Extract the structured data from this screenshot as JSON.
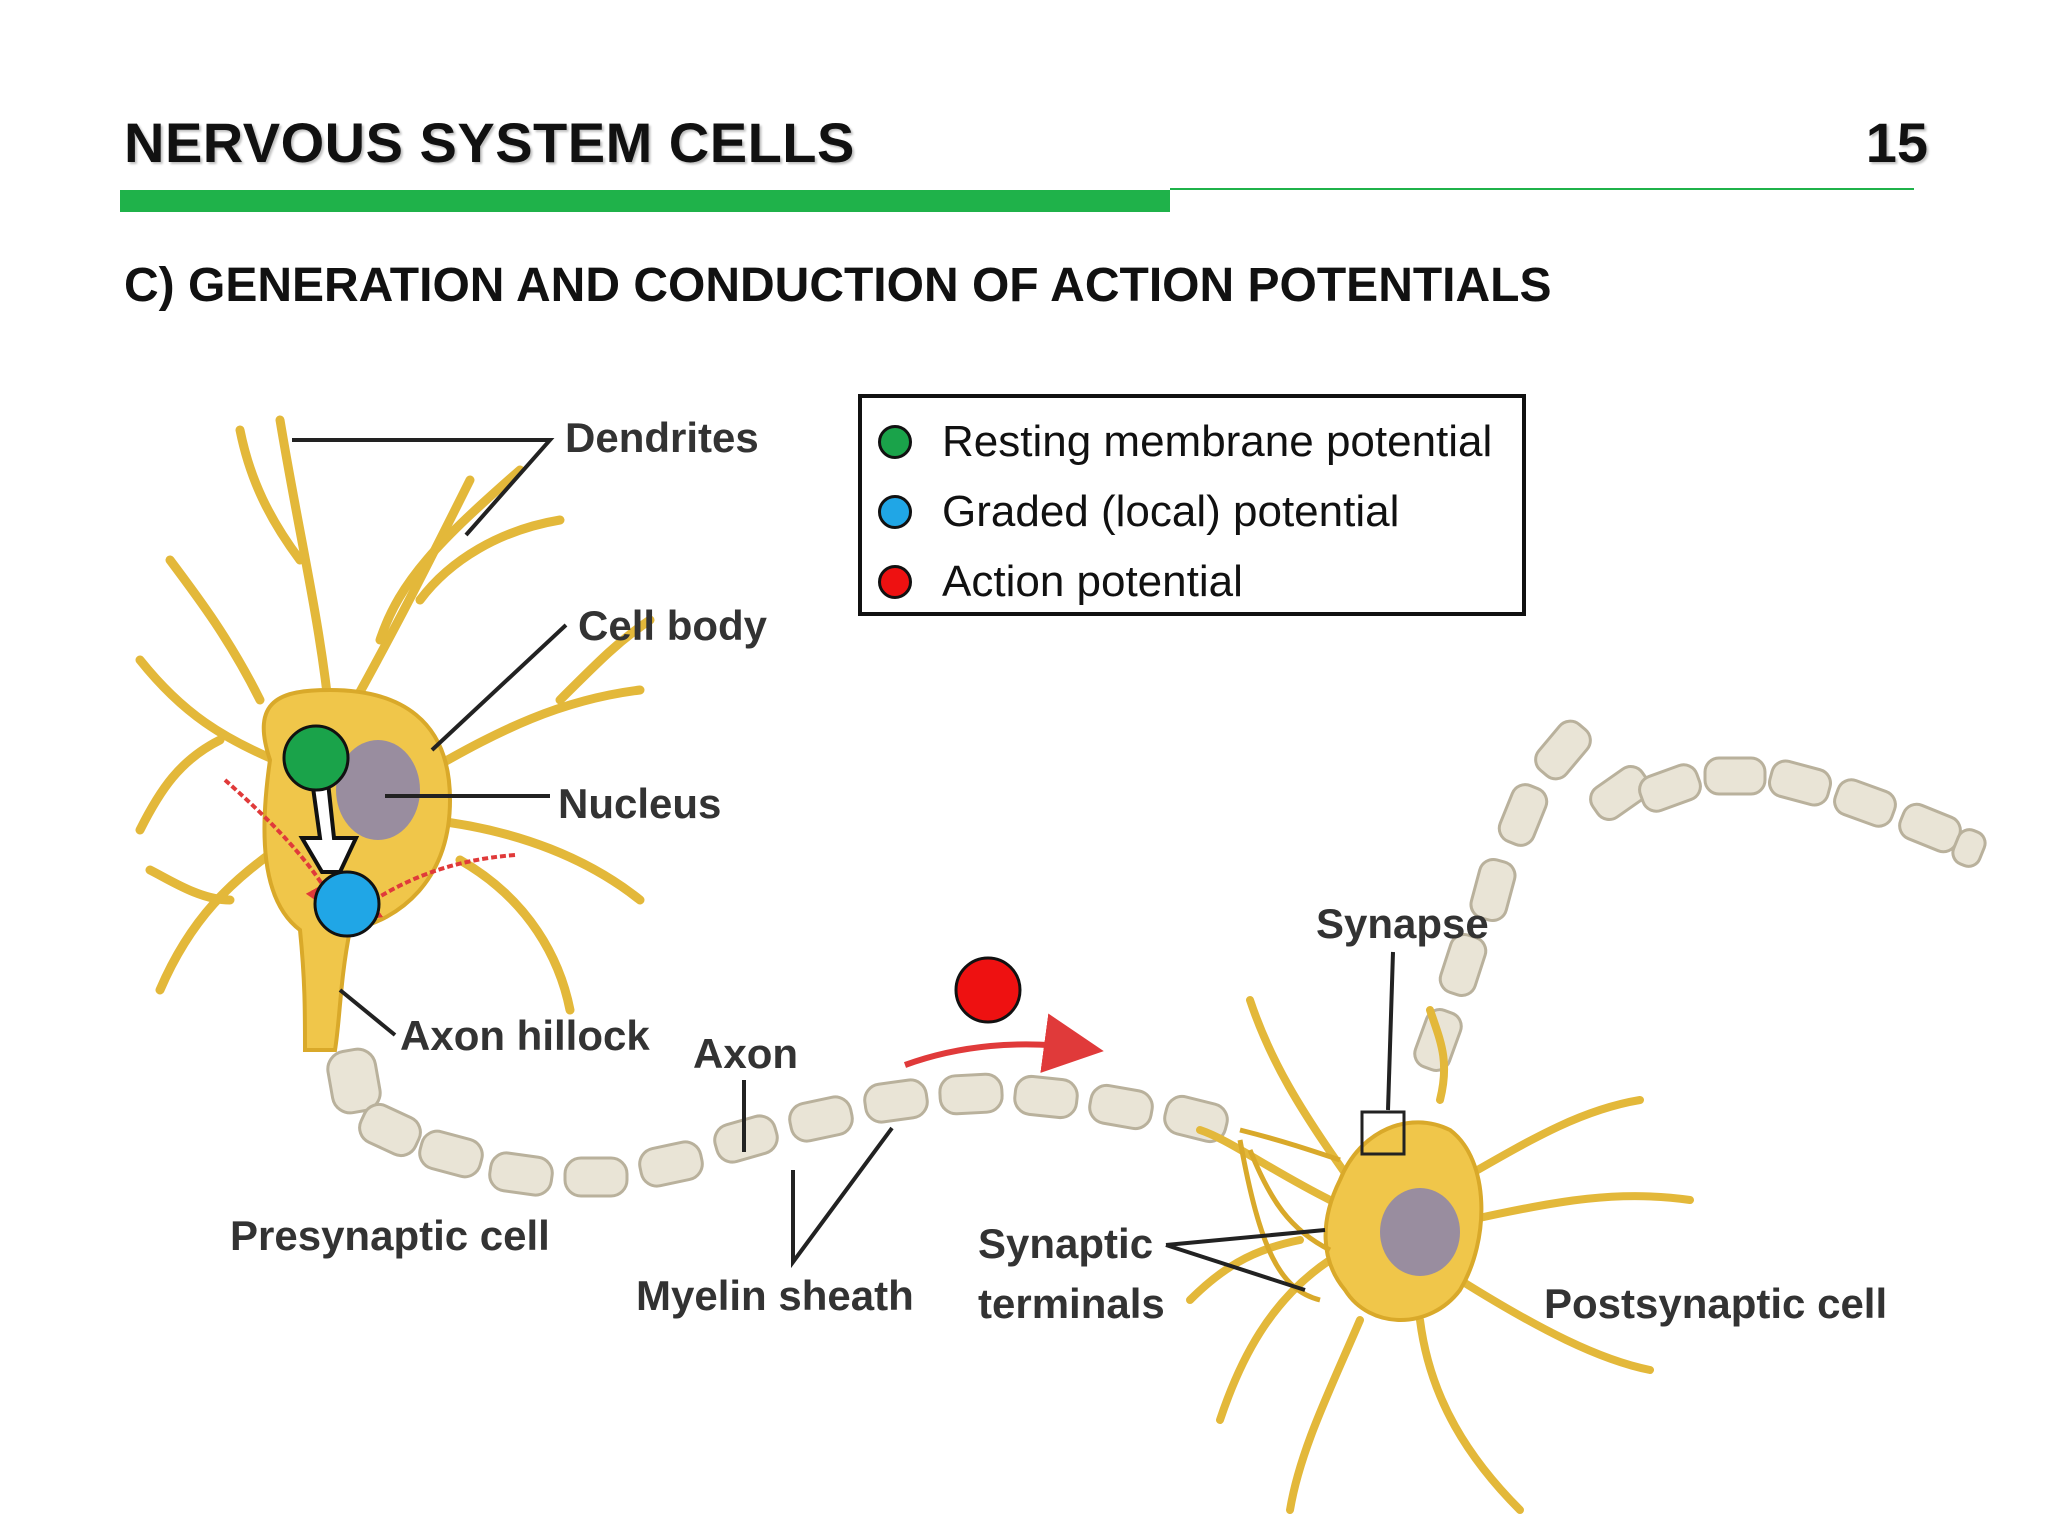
{
  "header": {
    "title": "NERVOUS SYSTEM CELLS",
    "page_number": "15",
    "section": "C)  GENERATION AND CONDUCTION OF ACTION POTENTIALS"
  },
  "legend": {
    "items": [
      {
        "label": "Resting membrane potential",
        "color": "#1aa34a"
      },
      {
        "label": "Graded (local) potential",
        "color": "#20a6e6"
      },
      {
        "label": "Action potential",
        "color": "#ee1111"
      }
    ]
  },
  "labels": {
    "dendrites": "Dendrites",
    "cell_body": "Cell body",
    "nucleus": "Nucleus",
    "axon_hillock": "Axon hillock",
    "axon": "Axon",
    "presynaptic_cell": "Presynaptic cell",
    "myelin_sheath": "Myelin sheath",
    "synaptic": "Synaptic",
    "terminals": "terminals",
    "synapse": "Synapse",
    "postsynaptic_cell": "Postsynaptic cell"
  },
  "colors": {
    "accent_green": "#1fb24a",
    "neuron_fill": "#f0c64a",
    "neuron_stroke": "#d9a92a",
    "myelin": "#e9e4d6",
    "nucleus": "#8f86a8",
    "arrow_red": "#e03a3a"
  }
}
